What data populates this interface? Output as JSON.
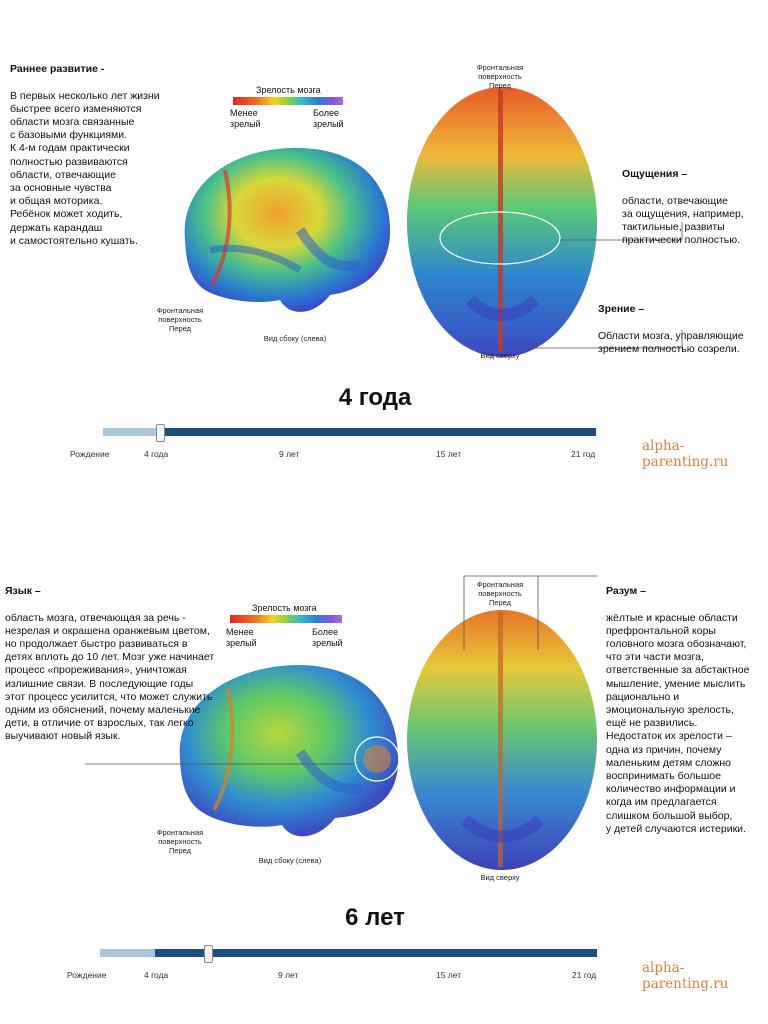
{
  "panel1": {
    "early_title": "Раннее развитие -",
    "early_body": "В первых несколько лет жизни\nбыстрее всего изменяются\nобласти мозга связанные\nс базовыми функциями.\nК 4-м годам практически\nполностью развиваются\nобласти, отвечающие\nза основные чувства\nи общая моторика.\nРебёнок может ходить,\nдержать карандаш\nи самостоятельно кушать.",
    "legend_title": "Зрелость мозга",
    "legend_less": "Менее\nзрелый",
    "legend_more": "Более\nзрелый",
    "frontal_side": "Фронтальная\nповерхность\nПеред",
    "side_view": "Вид сбоку (слева)",
    "frontal_top": "Фронтальная\nповерхность\nПеред",
    "top_view": "Вид сверху",
    "sense_title": "Ощущения –",
    "sense_body": "области, отвечающие\nза ощущения, например,\nтактильные, развиты\nпрактически полностью.",
    "vision_title": "Зрение –",
    "vision_body": "Области мозга, управляющие\nзрением полностью созрели.",
    "age_label": "4 года",
    "timeline": [
      "Рождение",
      "4 года",
      "9 лет",
      "15 лет",
      "21 год"
    ],
    "progress_fraction": 0.12,
    "brand": "alpha-parenting.ru"
  },
  "panel2": {
    "lang_title": "Язык –",
    "lang_body": "область мозга, отвечающая за речь -\nнезрелая и окрашена оранжевым цветом,\nно продолжает быстро развиваться в\nдетях вплоть до 10 лет. Мозг уже начинает\nпроцесс «прореживания», уничтожая\nизлишние связи. В последующие годы\nэтот процесс усилится, что может служить\nодним из обяснений, почему маленькие\nдети, в отличие от взрослых, так легко\nвыучивают новый язык.",
    "legend_title": "Зрелость мозга",
    "legend_less": "Менее\nзрелый",
    "legend_more": "Более\nзрелый",
    "frontal_side": "Фронтальная\nповерхность\nПеред",
    "side_view": "Вид сбоку (слева)",
    "frontal_top": "Фронтальная\nповерхность\nПеред",
    "top_view": "Вид сверху",
    "mind_title": "Разум –",
    "mind_body": "жёлтые и красные области\nпрефронтальной коры\nголовного мозга обозначают,\nчто эти части мозга,\nответственные за абстактное\nмышление, умение мыслить\nрационально и\nэмоциональную зрелость,\nещё не развились.\nНедостаток их зрелости –\nодна из причин, почему\nмаленьким детям сложно\nвоспринимать большое\nколичество информации и\nкогда им предлагается\nслишком большой выбор,\nу детей случаются истерики.",
    "age_label": "6 лет",
    "timeline": [
      "Рождение",
      "4 года",
      "9 лет",
      "15 лет",
      "21 год"
    ],
    "progress_fraction": 0.22,
    "brand": "alpha-parenting.ru"
  },
  "colors": {
    "timeline_done": "#a9c6d8",
    "timeline_rest": "#1c4f7f",
    "brand": "#d9823a"
  }
}
